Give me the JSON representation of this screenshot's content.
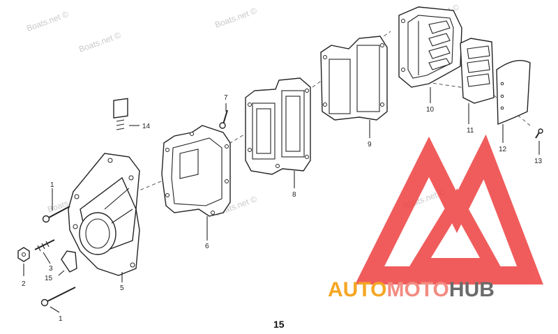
{
  "watermarks": [
    "Boats.net ©",
    "Boats.net ©",
    "Boats.net ©",
    "Boats.net ©",
    "Boats.net ©",
    "Boats.net ©",
    "Boats.net ©"
  ],
  "callouts": [
    "1",
    "1",
    "2",
    "3",
    "5",
    "6",
    "7",
    "8",
    "9",
    "10",
    "11",
    "12",
    "13",
    "14",
    "15"
  ],
  "page_number": "15",
  "logo": {
    "word_parts": [
      "AUTO",
      "MOTO",
      "HUB"
    ],
    "colors": {
      "auto": "#f5a623",
      "moto": "#f28b82",
      "hub": "#6b6b6b",
      "triangle": "#ee4040"
    }
  }
}
